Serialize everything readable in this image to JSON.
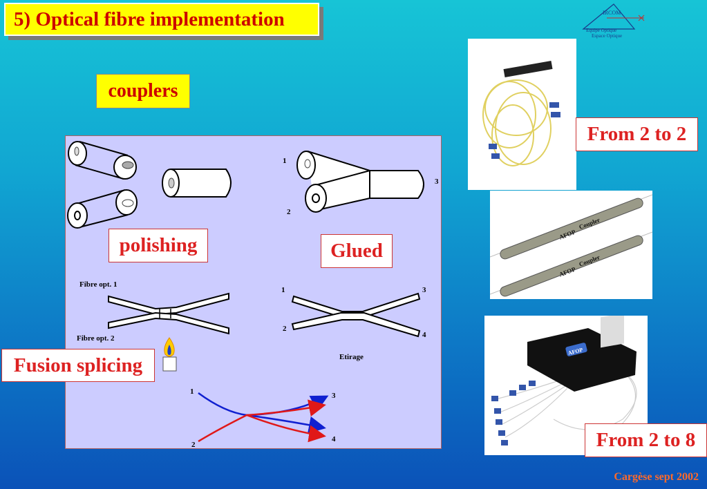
{
  "slide": {
    "title": "5) Optical fibre implementation",
    "subtitle": "couplers",
    "logo": {
      "name": "IRCOM",
      "line1": "Equipe Optique",
      "line2": "Espace Optique"
    },
    "diagram_labels": {
      "polishing": "polishing",
      "glued": "Glued",
      "fusion": "Fusion splicing",
      "fibre1": "Fibre opt. 1",
      "fibre2": "Fibre opt. 2",
      "etirage": "Etirage",
      "n1": "1",
      "n2": "2",
      "n3": "3",
      "n4": "4"
    },
    "photo_labels": {
      "two_to_two": "From 2 to 2",
      "two_to_eight": "From 2 to 8",
      "coupler_text": "Coupler",
      "brand": "AFOP"
    },
    "footer": "Cargèse sept 2002",
    "colors": {
      "title_bg": "#ffff00",
      "title_text": "#cc0000",
      "panel_bg": "#ccccff",
      "label_text": "#dd2222",
      "arrow_blue": "#1020d0",
      "arrow_red": "#e01818"
    }
  }
}
